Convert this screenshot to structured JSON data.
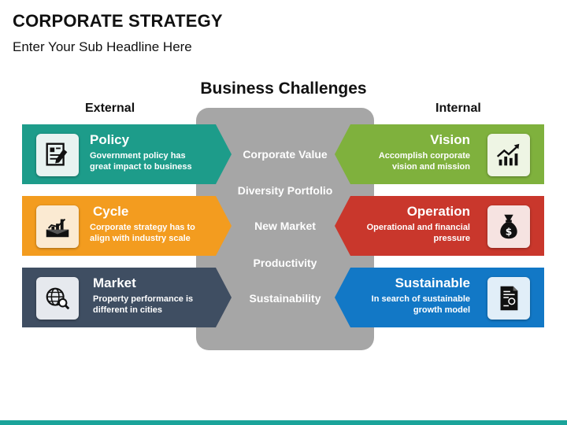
{
  "header": {
    "title": "CORPORATE STRATEGY",
    "subtitle": "Enter Your Sub Headline Here"
  },
  "center": {
    "title": "Business Challenges",
    "items": [
      "Corporate Value",
      "Diversity Portfolio",
      "New Market",
      "Productivity",
      "Sustainability"
    ]
  },
  "external": {
    "heading": "External",
    "cards": [
      {
        "title": "Policy",
        "desc1": "Government policy has",
        "desc2": "great impact to business",
        "color": "#1d9c8a",
        "icon": "document-pen-icon"
      },
      {
        "title": "Cycle",
        "desc1": "Corporate strategy has to",
        "desc2": "align with industry scale",
        "color": "#f39c1f",
        "icon": "bar-chart-icon"
      },
      {
        "title": "Market",
        "desc1": "Property performance is",
        "desc2": "different in cities",
        "color": "#3f4e62",
        "icon": "globe-search-icon"
      }
    ]
  },
  "internal": {
    "heading": "Internal",
    "cards": [
      {
        "title": "Vision",
        "desc1": "Accomplish corporate",
        "desc2": "vision and mission",
        "color": "#7fb13d",
        "icon": "growth-chart-icon"
      },
      {
        "title": "Operation",
        "desc1": "Operational and financial",
        "desc2": "pressure",
        "color": "#c9372c",
        "icon": "money-bag-icon"
      },
      {
        "title": "Sustainable",
        "desc1": "In search of sustainable",
        "desc2": "growth model",
        "color": "#1278c6",
        "icon": "certificate-icon"
      }
    ]
  },
  "footer_color": "#1aa39a"
}
